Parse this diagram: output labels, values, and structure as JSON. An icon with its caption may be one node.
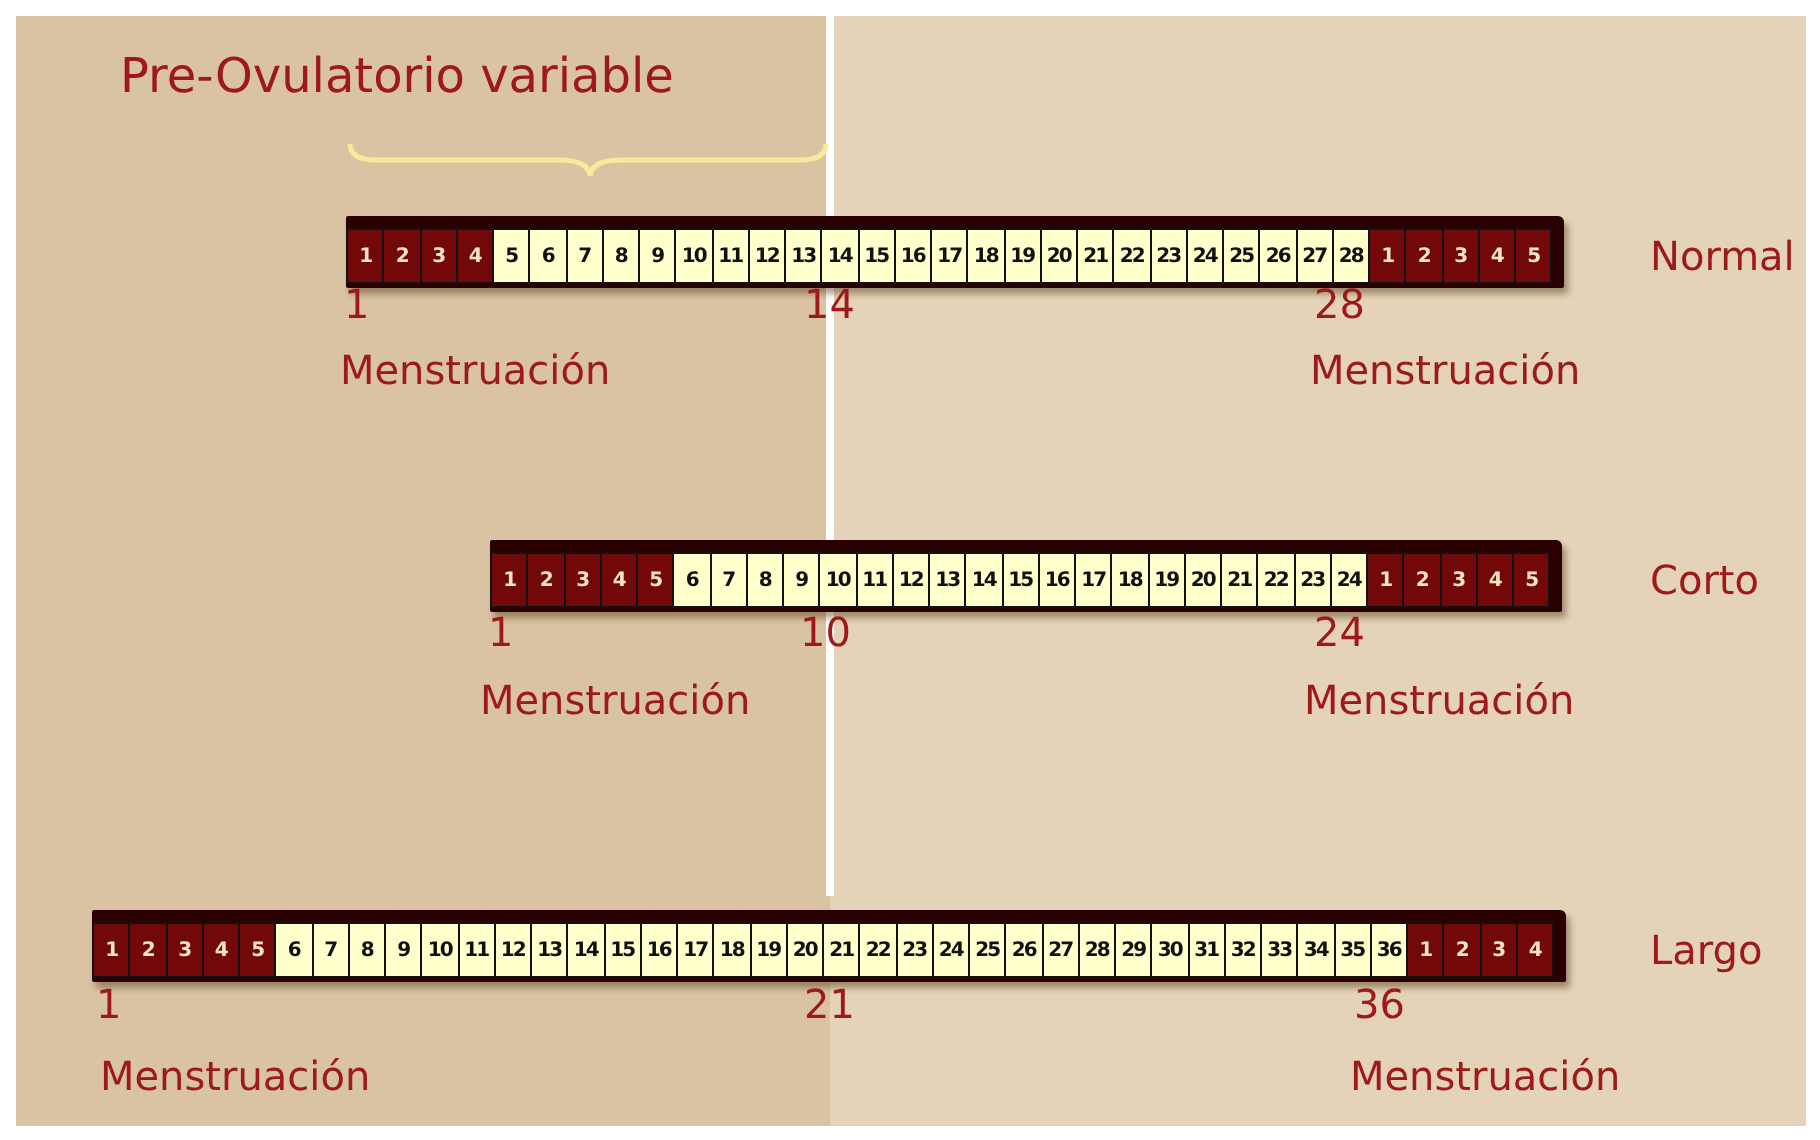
{
  "diagram": {
    "nodes": [
      {
        "text": [],
        "shape": "bar",
        "beside": [
          "Normal"
        ]
      },
      {
        "text": [
          "1"
        ],
        "in": 0
      },
      {
        "text": [
          "2"
        ],
        "in": 0
      },
      {
        "text": [
          "3"
        ],
        "in": 0
      },
      {
        "text": [
          "4"
        ],
        "in": 0
      },
      {
        "text": [
          "5"
        ],
        "in": 0
      },
      {
        "text": [
          "6"
        ],
        "in": 0
      },
      {
        "text": [
          "7"
        ],
        "in": 0
      },
      {
        "text": [
          "8"
        ],
        "in": 0
      },
      {
        "text": [
          "9"
        ],
        "in": 0
      },
      {
        "text": [
          "10"
        ],
        "in": 0
      },
      {
        "text": [
          "11"
        ],
        "in": 0
      },
      {
        "text": [
          "12"
        ],
        "in": 0
      },
      {
        "text": [
          "13"
        ],
        "in": 0
      },
      {
        "text": [
          "14"
        ],
        "in": 0
      },
      {
        "text": [
          "15"
        ],
        "in": 0
      },
      {
        "text": [
          "16"
        ],
        "in": 0
      },
      {
        "text": [
          "17"
        ],
        "in": 0
      },
      {
        "text": [
          "18"
        ],
        "in": 0
      },
      {
        "text": [
          "19"
        ],
        "in": 0
      },
      {
        "text": [
          "20"
        ],
        "in": 0
      },
      {
        "text": [
          "21"
        ],
        "in": 0
      },
      {
        "text": [
          "22"
        ],
        "in": 0
      },
      {
        "text": [
          "23"
        ],
        "in": 0
      },
      {
        "text": [
          "24"
        ],
        "in": 0
      },
      {
        "text": [
          "25"
        ],
        "in": 0
      },
      {
        "text": [
          "26"
        ],
        "in": 0
      },
      {
        "text": [
          "27"
        ],
        "in": 0
      },
      {
        "text": [
          "28"
        ],
        "in": 0
      },
      {
        "text": [
          "1"
        ],
        "in": 0
      },
      {
        "text": [
          "2"
        ],
        "in": 0
      },
      {
        "text": [
          "3"
        ],
        "in": 0
      },
      {
        "text": [
          "4"
        ],
        "in": 0
      },
      {
        "text": [
          "5"
        ],
        "in": 0
      },
      {
        "text": [],
        "shape": "bar",
        "beside": [
          "Corto"
        ]
      },
      {
        "text": [
          "1"
        ],
        "in": 34
      },
      {
        "text": [
          "2"
        ],
        "in": 34
      },
      {
        "text": [
          "3"
        ],
        "in": 34
      },
      {
        "text": [
          "4"
        ],
        "in": 34
      },
      {
        "text": [
          "5"
        ],
        "in": 34
      },
      {
        "text": [
          "6"
        ],
        "in": 34
      },
      {
        "text": [
          "7"
        ],
        "in": 34
      },
      {
        "text": [
          "8"
        ],
        "in": 34
      },
      {
        "text": [
          "9"
        ],
        "in": 34
      },
      {
        "text": [
          "10"
        ],
        "in": 34
      },
      {
        "text": [
          "11"
        ],
        "in": 34
      },
      {
        "text": [
          "12"
        ],
        "in": 34
      },
      {
        "text": [
          "13"
        ],
        "in": 34
      },
      {
        "text": [
          "14"
        ],
        "in": 34
      },
      {
        "text": [
          "15"
        ],
        "in": 34
      },
      {
        "text": [
          "16"
        ],
        "in": 34
      },
      {
        "text": [
          "17"
        ],
        "in": 34
      },
      {
        "text": [
          "18"
        ],
        "in": 34
      },
      {
        "text": [
          "19"
        ],
        "in": 34
      },
      {
        "text": [
          "20"
        ],
        "in": 34
      },
      {
        "text": [
          "21"
        ],
        "in": 34
      },
      {
        "text": [
          "22"
        ],
        "in": 34
      },
      {
        "text": [
          "23"
        ],
        "in": 34
      },
      {
        "text": [
          "24"
        ],
        "in": 34
      },
      {
        "text": [
          "1"
        ],
        "in": 34
      },
      {
        "text": [
          "2"
        ],
        "in": 34
      },
      {
        "text": [
          "3"
        ],
        "in": 34
      },
      {
        "text": [
          "4"
        ],
        "in": 34
      },
      {
        "text": [
          "5"
        ],
        "in": 34
      },
      {
        "text": [],
        "shape": "bar",
        "beside": [
          "Largo"
        ]
      },
      {
        "text": [
          "1"
        ],
        "in": 64
      },
      {
        "text": [
          "2"
        ],
        "in": 64
      },
      {
        "text": [
          "3"
        ],
        "in": 64
      },
      {
        "text": [
          "4"
        ],
        "in": 64
      },
      {
        "text": [
          "5"
        ],
        "in": 64
      },
      {
        "text": [
          "6"
        ],
        "in": 64
      },
      {
        "text": [
          "7"
        ],
        "in": 64
      },
      {
        "text": [
          "8"
        ],
        "in": 64
      },
      {
        "text": [
          "9"
        ],
        "in": 64
      },
      {
        "text": [
          "10"
        ],
        "in": 64
      },
      {
        "text": [
          "11"
        ],
        "in": 64
      },
      {
        "text": [
          "12"
        ],
        "in": 64
      },
      {
        "text": [
          "13"
        ],
        "in": 64
      },
      {
        "text": [
          "14"
        ],
        "in": 64
      },
      {
        "text": [
          "15"
        ],
        "in": 64
      },
      {
        "text": [
          "16"
        ],
        "in": 64
      },
      {
        "text": [
          "17"
        ],
        "in": 64
      },
      {
        "text": [
          "18"
        ],
        "in": 64
      },
      {
        "text": [
          "19"
        ],
        "in": 64
      },
      {
        "text": [
          "20"
        ],
        "in": 64
      },
      {
        "text": [
          "21"
        ],
        "in": 64
      },
      {
        "text": [
          "22"
        ],
        "in": 64
      },
      {
        "text": [
          "23"
        ],
        "in": 64
      },
      {
        "text": [
          "24"
        ],
        "in": 64
      },
      {
        "text": [
          "25"
        ],
        "in": 64
      },
      {
        "text": [
          "26"
        ],
        "in": 64
      },
      {
        "text": [
          "27"
        ],
        "in": 64
      },
      {
        "text": [
          "28"
        ],
        "in": 64
      },
      {
        "text": [
          "29"
        ],
        "in": 64
      },
      {
        "text": [
          "30"
        ],
        "in": 64
      },
      {
        "text": [
          "31"
        ],
        "in": 64
      },
      {
        "text": [
          "32"
        ],
        "in": 64
      },
      {
        "text": [
          "33"
        ],
        "in": 64
      },
      {
        "text": [
          "34"
        ],
        "in": 64
      },
      {
        "text": [
          "35"
        ],
        "in": 64
      },
      {
        "text": [
          "36"
        ],
        "in": 64
      },
      {
        "text": [
          "1"
        ],
        "in": 64
      },
      {
        "text": [
          "2"
        ],
        "in": 64
      },
      {
        "text": [
          "3"
        ],
        "in": 64
      },
      {
        "text": [
          "4"
        ],
        "in": 64
      }
    ],
    "labels": [
      "Pre-Ovulatorio variable",
      "1",
      "14",
      "28",
      "Menstruación",
      "Menstruación",
      "1",
      "10",
      "24",
      "Menstruación",
      "Menstruación",
      "1",
      "21",
      "36",
      "Menstruación",
      "Menstruación"
    ]
  }
}
